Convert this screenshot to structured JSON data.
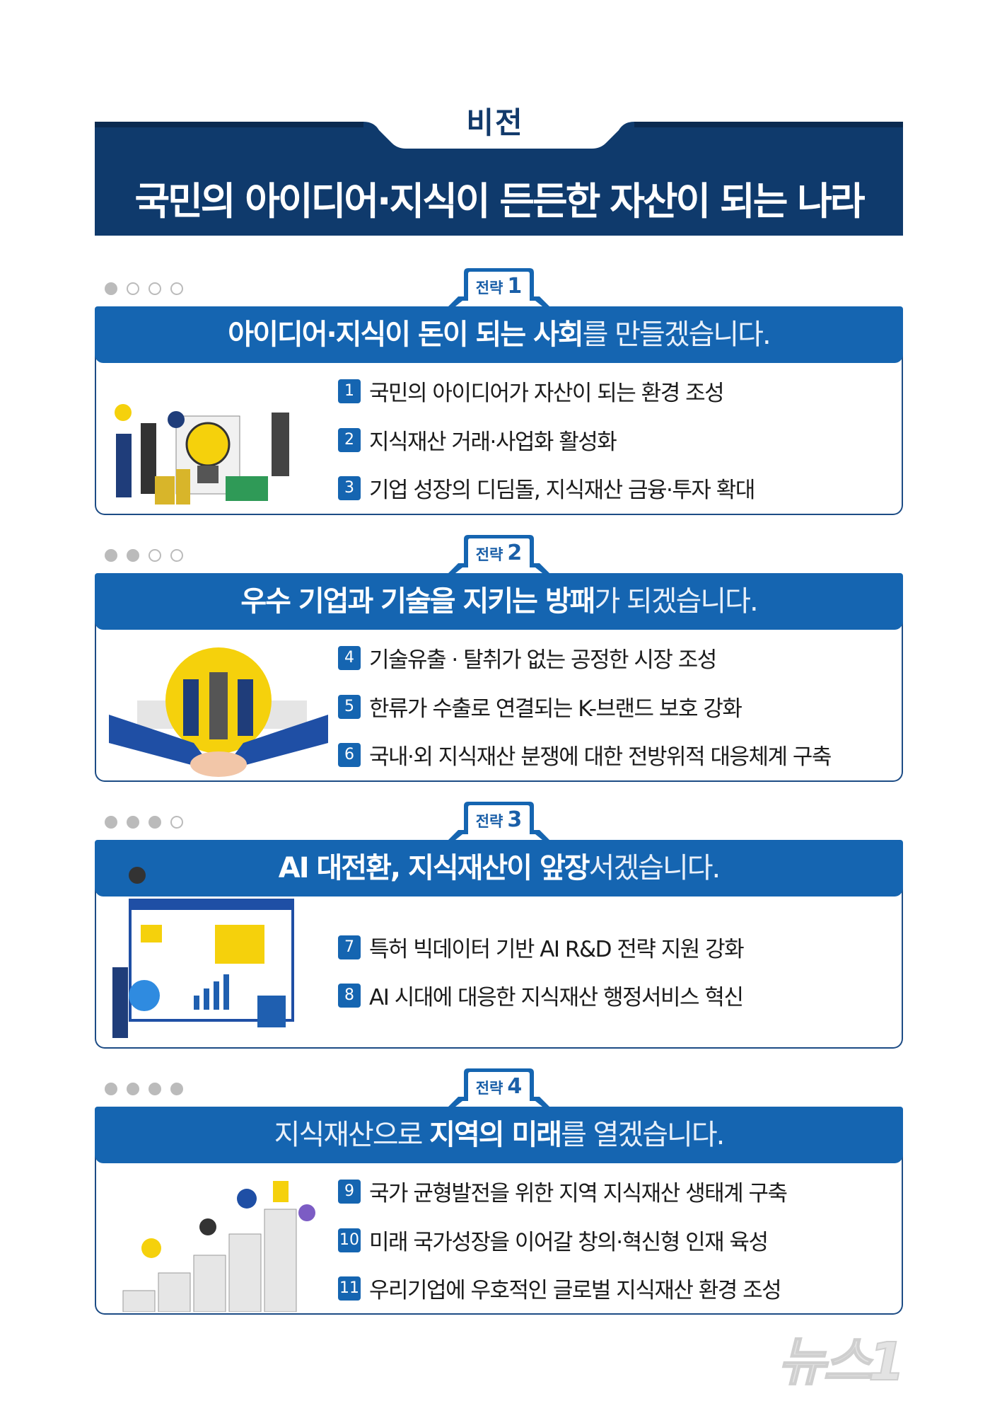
{
  "vision": {
    "label": "비전",
    "title": "국민의 아이디어·지식이 든든한 자산이 되는 나라"
  },
  "strategies": [
    {
      "tab_label": "전략",
      "tab_number": "1",
      "progress_dots_filled": 1,
      "heading_bold": "아이디어·지식이 돈이 되는 사회",
      "heading_light": "를 만들겠습니다.",
      "heading_bold_after": "",
      "heading_light_after": "",
      "items": [
        {
          "num": "1",
          "text": "국민의 아이디어가 자산이 되는 환경 조성"
        },
        {
          "num": "2",
          "text": "지식재산 거래·사업화 활성화"
        },
        {
          "num": "3",
          "text": "기업 성장의 디딤돌, 지식재산 금융·투자 확대"
        }
      ]
    },
    {
      "tab_label": "전략",
      "tab_number": "2",
      "progress_dots_filled": 2,
      "heading_bold": "우수 기업과 기술을 지키는 방패",
      "heading_light": "가 되겠습니다.",
      "items": [
        {
          "num": "4",
          "text": "기술유출 · 탈취가 없는 공정한 시장 조성"
        },
        {
          "num": "5",
          "text": "한류가 수출로 연결되는 K-브랜드 보호 강화"
        },
        {
          "num": "6",
          "text": "국내·외 지식재산 분쟁에 대한 전방위적 대응체계 구축"
        }
      ]
    },
    {
      "tab_label": "전략",
      "tab_number": "3",
      "progress_dots_filled": 3,
      "heading_bold": "AI 대전환, 지식재산이 앞장",
      "heading_light": "서겠습니다.",
      "items": [
        {
          "num": "7",
          "text": "특허 빅데이터 기반 AI R&D 전략 지원 강화"
        },
        {
          "num": "8",
          "text": "AI 시대에 대응한 지식재산 행정서비스 혁신"
        }
      ]
    },
    {
      "tab_label": "전략",
      "tab_number": "4",
      "progress_dots_filled": 4,
      "heading_prefix_light": "지식재산으로 ",
      "heading_bold": "지역의 미래",
      "heading_light": "를 열겠습니다.",
      "items": [
        {
          "num": "9",
          "text": "국가 균형발전을 위한 지역 지식재산 생태계 구축"
        },
        {
          "num": "10",
          "text": "미래 국가성장을 이어갈 창의·혁신형 인재 육성"
        },
        {
          "num": "11",
          "text": "우리기업에 우호적인 글로벌 지식재산 환경 조성"
        }
      ]
    }
  ],
  "watermark": "뉴스1",
  "colors": {
    "navy": "#123a6b",
    "blue": "#1565b1",
    "dot": "#bbbbbb"
  }
}
